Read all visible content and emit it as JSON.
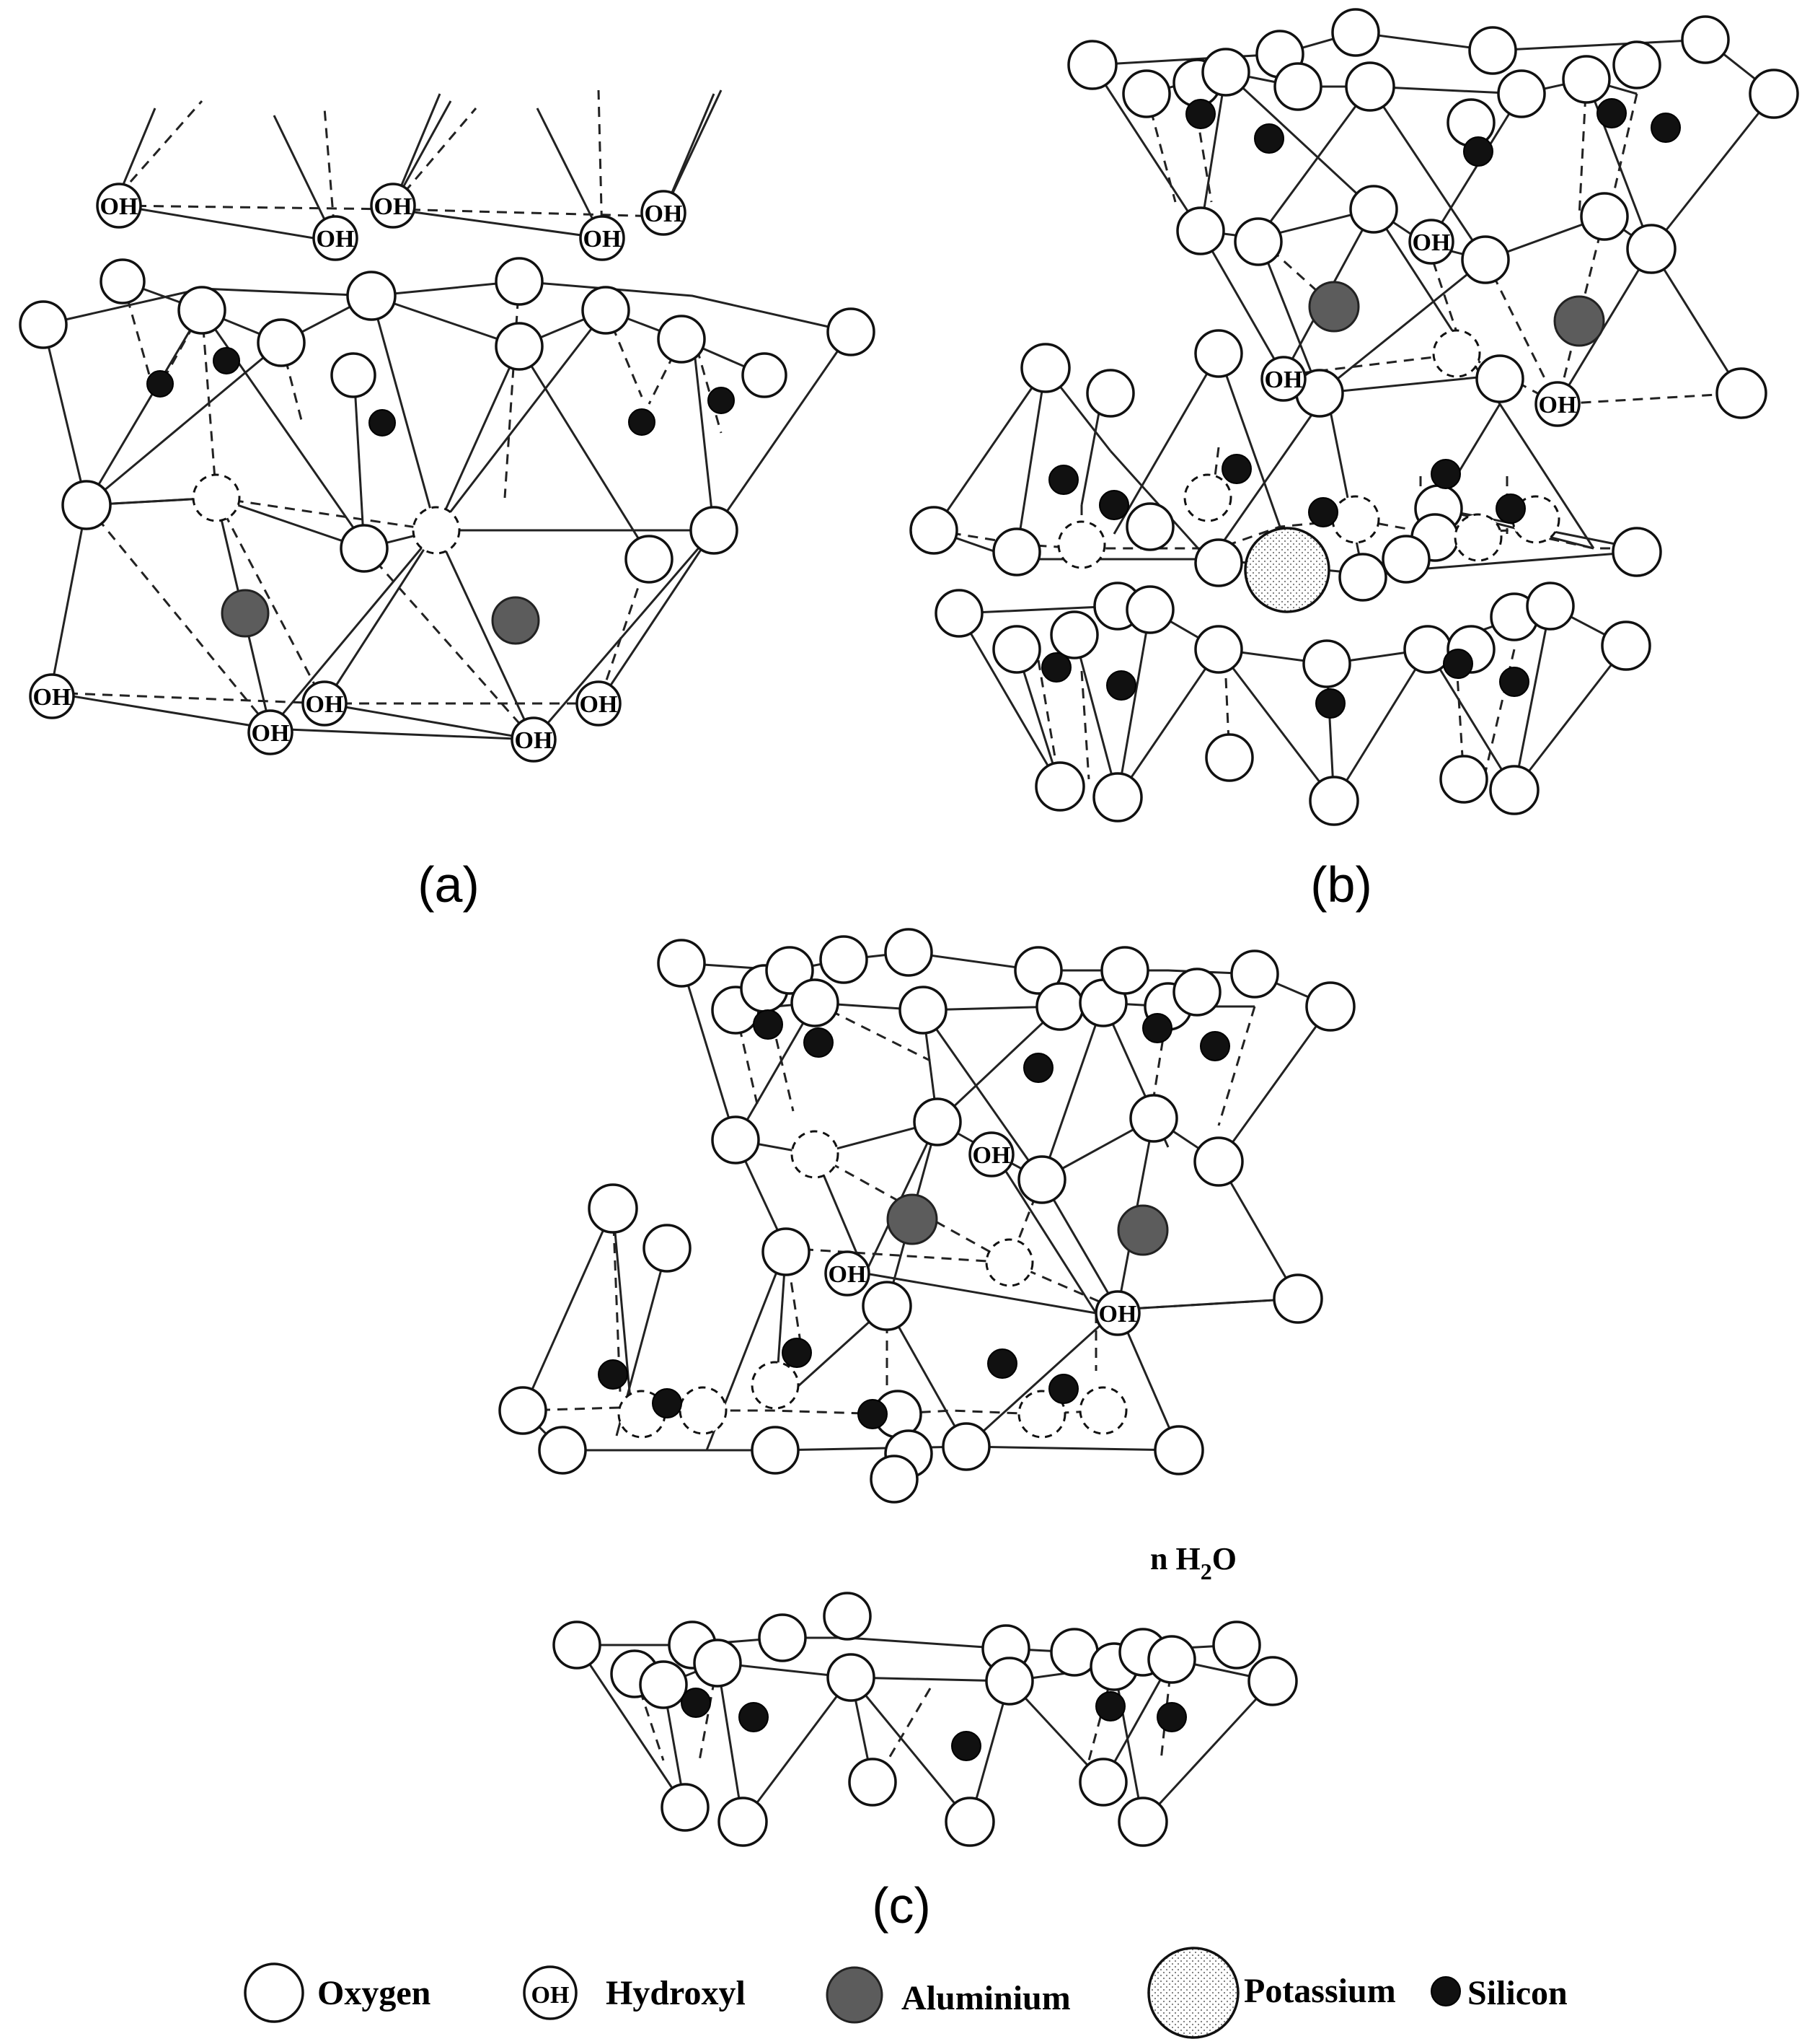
{
  "panels": {
    "a": {
      "label": "(a)",
      "hydroxyl_label": "OH"
    },
    "b": {
      "label": "(b)",
      "hydroxyl_label": "OH"
    },
    "c": {
      "label": "(c)",
      "hydroxyl_label": "OH",
      "interlayer_water": "n H",
      "water_subscript": "2",
      "water_tail": "O"
    }
  },
  "legend": {
    "oxygen": "Oxygen",
    "hydroxyl_symbol": "OH",
    "hydroxyl": "Hydroxyl",
    "aluminium": "Aluminium",
    "potassium": "Potassium",
    "silicon": "Silicon"
  },
  "colors": {
    "oxygen_fill": "#ffffff",
    "silicon_fill": "#111111",
    "aluminium_fill": "#5c5c5c",
    "potassium_fill": "dotted",
    "line": "#222222"
  }
}
